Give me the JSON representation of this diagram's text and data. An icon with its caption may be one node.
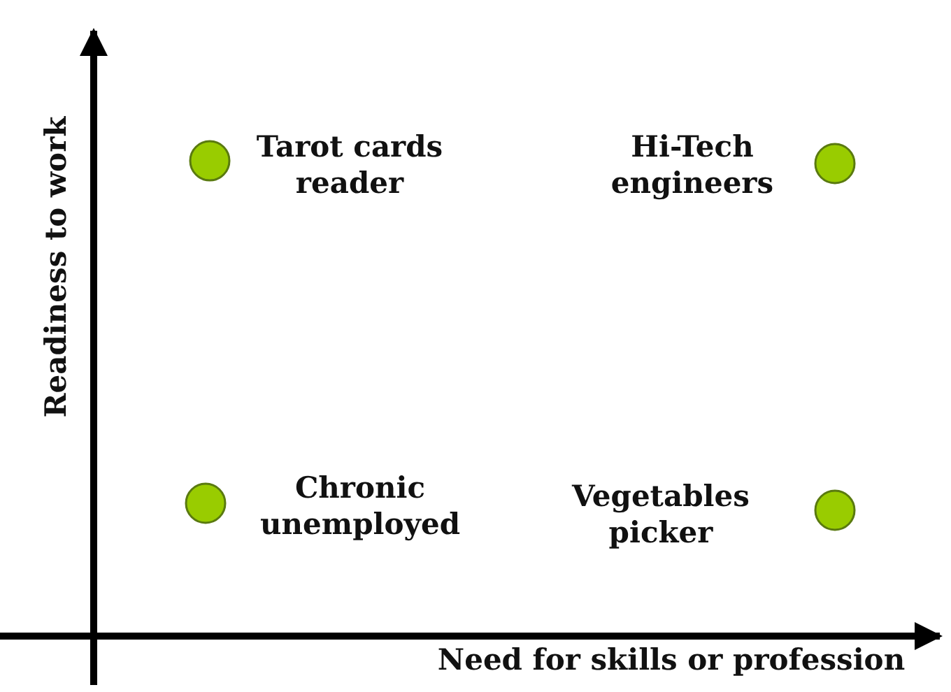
{
  "diagram": {
    "nodes": [
      {
        "text": [],
        "shape": "circle",
        "beside": [
          "Tarot cards reader"
        ]
      },
      {
        "text": [],
        "shape": "circle",
        "beside": [
          "Hi-Tech engineers"
        ]
      },
      {
        "text": [],
        "shape": "circle",
        "beside": [
          "Chronic unemployed"
        ]
      },
      {
        "text": [],
        "shape": "circle",
        "beside": [
          "Vegetables picker"
        ]
      }
    ],
    "labels": [
      "Readiness to work",
      "Need for skills or profession"
    ]
  }
}
